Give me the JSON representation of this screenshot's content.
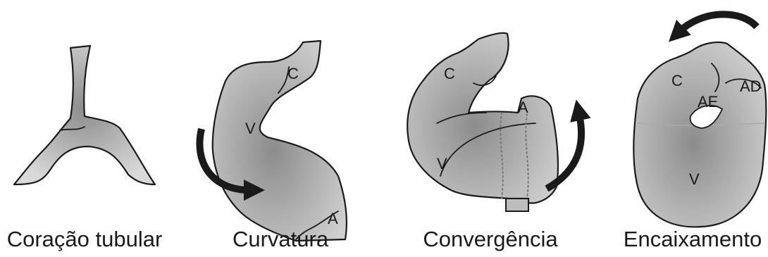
{
  "stages": [
    {
      "caption": "Coração tubular",
      "labels": []
    },
    {
      "caption": "Curvatura",
      "labels": [
        "C",
        "V",
        "A"
      ]
    },
    {
      "caption": "Convergência",
      "labels": [
        "C",
        "A",
        "V"
      ]
    },
    {
      "caption": "Encaixamento",
      "labels": [
        "C",
        "AE",
        "AD",
        "V"
      ]
    }
  ],
  "colors": {
    "tissue_dark": "#8c8c8c",
    "tissue_light": "#d9d9d9",
    "outline": "#1a1a1a",
    "arrow": "#1a1a1a"
  }
}
